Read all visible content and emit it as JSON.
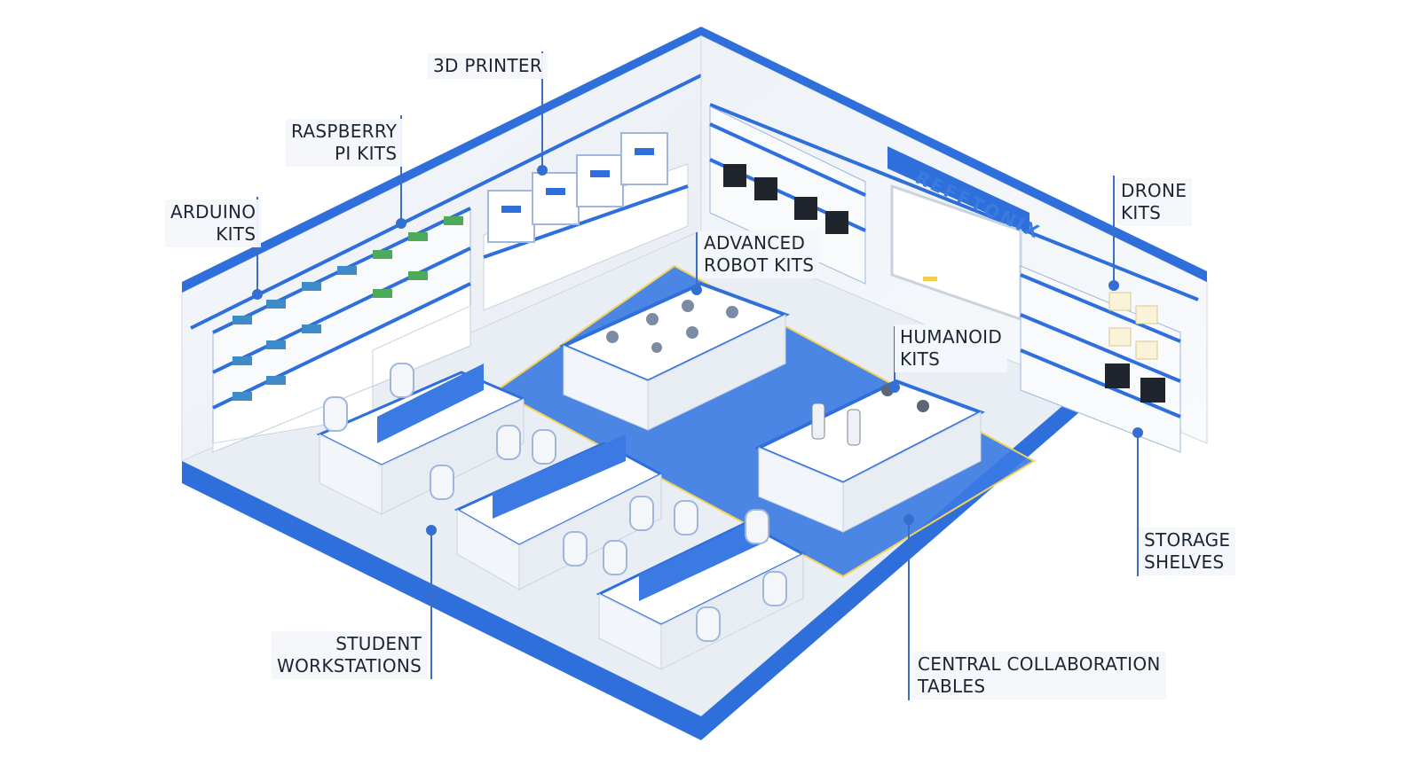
{
  "brand": {
    "wall_logo": "REFFTONIX"
  },
  "colors": {
    "accent": "#2f6fdc",
    "floor": "#e9eef5",
    "wall": "#f4f6f9",
    "leader": "#3b6fc6"
  },
  "labels": {
    "printer": "3D PRINTER",
    "raspberry": "RASPBERRY\nPI KITS",
    "arduino": "ARDUINO\nKITS",
    "robot": "ADVANCED\nROBOT KITS",
    "drone": "DRONE\nKITS",
    "humanoid": "HUMANOID\nKITS",
    "storage": "STORAGE\nSHELVES",
    "students": "STUDENT\nWORKSTATIONS",
    "central": "CENTRAL COLLABORATION\nTABLES"
  }
}
